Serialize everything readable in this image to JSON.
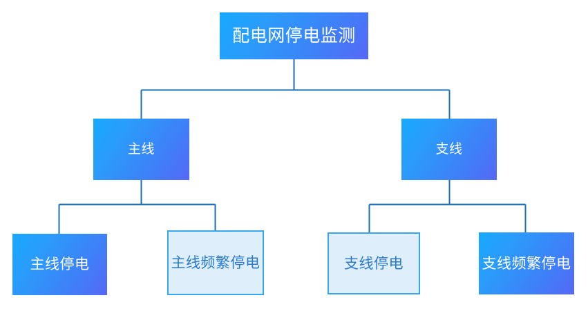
{
  "diagram": {
    "type": "tree",
    "title": "配电网停电监测",
    "colors": {
      "node_fill_gradient_start": "#17a9fe",
      "node_fill_gradient_end": "#5668f6",
      "node_outlined_fill": "#dfeefb",
      "node_outlined_border": "#37a7ed",
      "node_outlined_text": "#2a7ac9",
      "node_filled_text": "#ffffff",
      "connector_line": "#1a6fb8",
      "background": "#ffffff"
    },
    "nodes": {
      "root": {
        "label": "配电网停电监测",
        "style": "filled",
        "level": 0
      },
      "main_line": {
        "label": "主线",
        "style": "filled",
        "level": 1
      },
      "branch_line": {
        "label": "支线",
        "style": "filled",
        "level": 1
      },
      "main_outage": {
        "label": "主线停电",
        "style": "filled",
        "level": 2
      },
      "main_frequent_outage": {
        "label": "主线频繁停电",
        "style": "outlined",
        "level": 2
      },
      "branch_outage": {
        "label": "支线停电",
        "style": "outlined",
        "level": 2
      },
      "branch_frequent_outage": {
        "label": "支线频繁停电",
        "style": "filled",
        "level": 2
      }
    },
    "edges": [
      {
        "from": "root",
        "to": "main_line"
      },
      {
        "from": "root",
        "to": "branch_line"
      },
      {
        "from": "main_line",
        "to": "main_outage"
      },
      {
        "from": "main_line",
        "to": "main_frequent_outage"
      },
      {
        "from": "branch_line",
        "to": "branch_outage"
      },
      {
        "from": "branch_line",
        "to": "branch_frequent_outage"
      }
    ]
  }
}
